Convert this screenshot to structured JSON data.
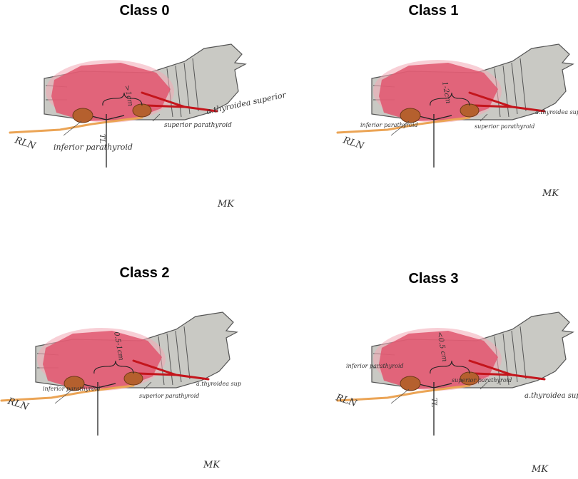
{
  "panels": [
    {
      "title": "Class 0",
      "labels": {
        "distance": ">1cm",
        "tl": "TL",
        "rln": "RLN",
        "inferior": "inferior parathyroid",
        "superior": "superior parathyroid",
        "artery": "a.thyroidea superior",
        "signature": "MK"
      }
    },
    {
      "title": "Class 1",
      "labels": {
        "distance": "1-2cm",
        "tl": "",
        "rln": "RLN",
        "inferior": "inferior parathyroid",
        "superior": "superior parathyroid",
        "artery": "a.thyroidea sup",
        "signature": "MK"
      }
    },
    {
      "title": "Class 2",
      "labels": {
        "distance": "0.5-1cm",
        "tl": "",
        "rln": "RLN",
        "inferior": "inferior parathyroid",
        "superior": "superior parathyroid",
        "artery": "a.thyroidea sup",
        "signature": "MK"
      }
    },
    {
      "title": "Class 3",
      "labels": {
        "distance": "<0.5 cm",
        "tl": "TL",
        "rln": "RLN",
        "inferior": "inferior parathyroid",
        "superior": "superior parathyroid",
        "artery": "a.thyroidea superior",
        "signature": "MK"
      }
    }
  ],
  "colors": {
    "thyroid": "#e0566f",
    "thyroid_halo": "#f2a8b4",
    "trachea": "#c9c9c4",
    "trachea_stroke": "#555555",
    "parathyroid": "#b5602e",
    "rln": "#eba455",
    "artery": "#c4151c",
    "tl": "#222222"
  }
}
